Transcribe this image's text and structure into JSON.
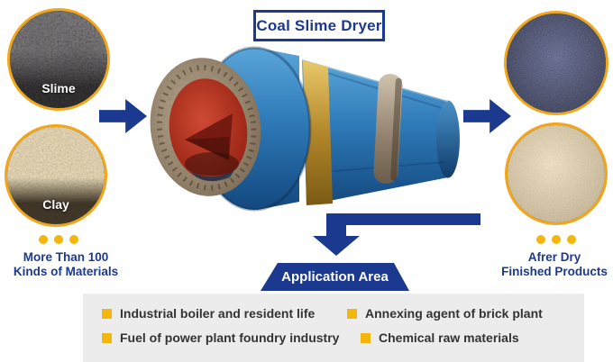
{
  "title": {
    "label": "Coal Slime Dryer"
  },
  "left": {
    "materials": [
      {
        "label": "Slime"
      },
      {
        "label": "Clay"
      }
    ],
    "caption": [
      "More Than 100",
      "Kinds of Materials"
    ]
  },
  "right": {
    "caption": [
      "Afrer Dry",
      "Finished Products"
    ]
  },
  "application": {
    "banner_label": "Application Area",
    "items": [
      "Industrial boiler and resident life",
      "Annexing agent of brick plant",
      "Fuel of power plant foundry industry",
      "Chemical raw materials"
    ]
  },
  "colors": {
    "navy": "#1b3a8f",
    "gold": "#f2a71b",
    "bullet": "#f2b60d",
    "panel": "#ececec",
    "textdark": "#333333"
  }
}
